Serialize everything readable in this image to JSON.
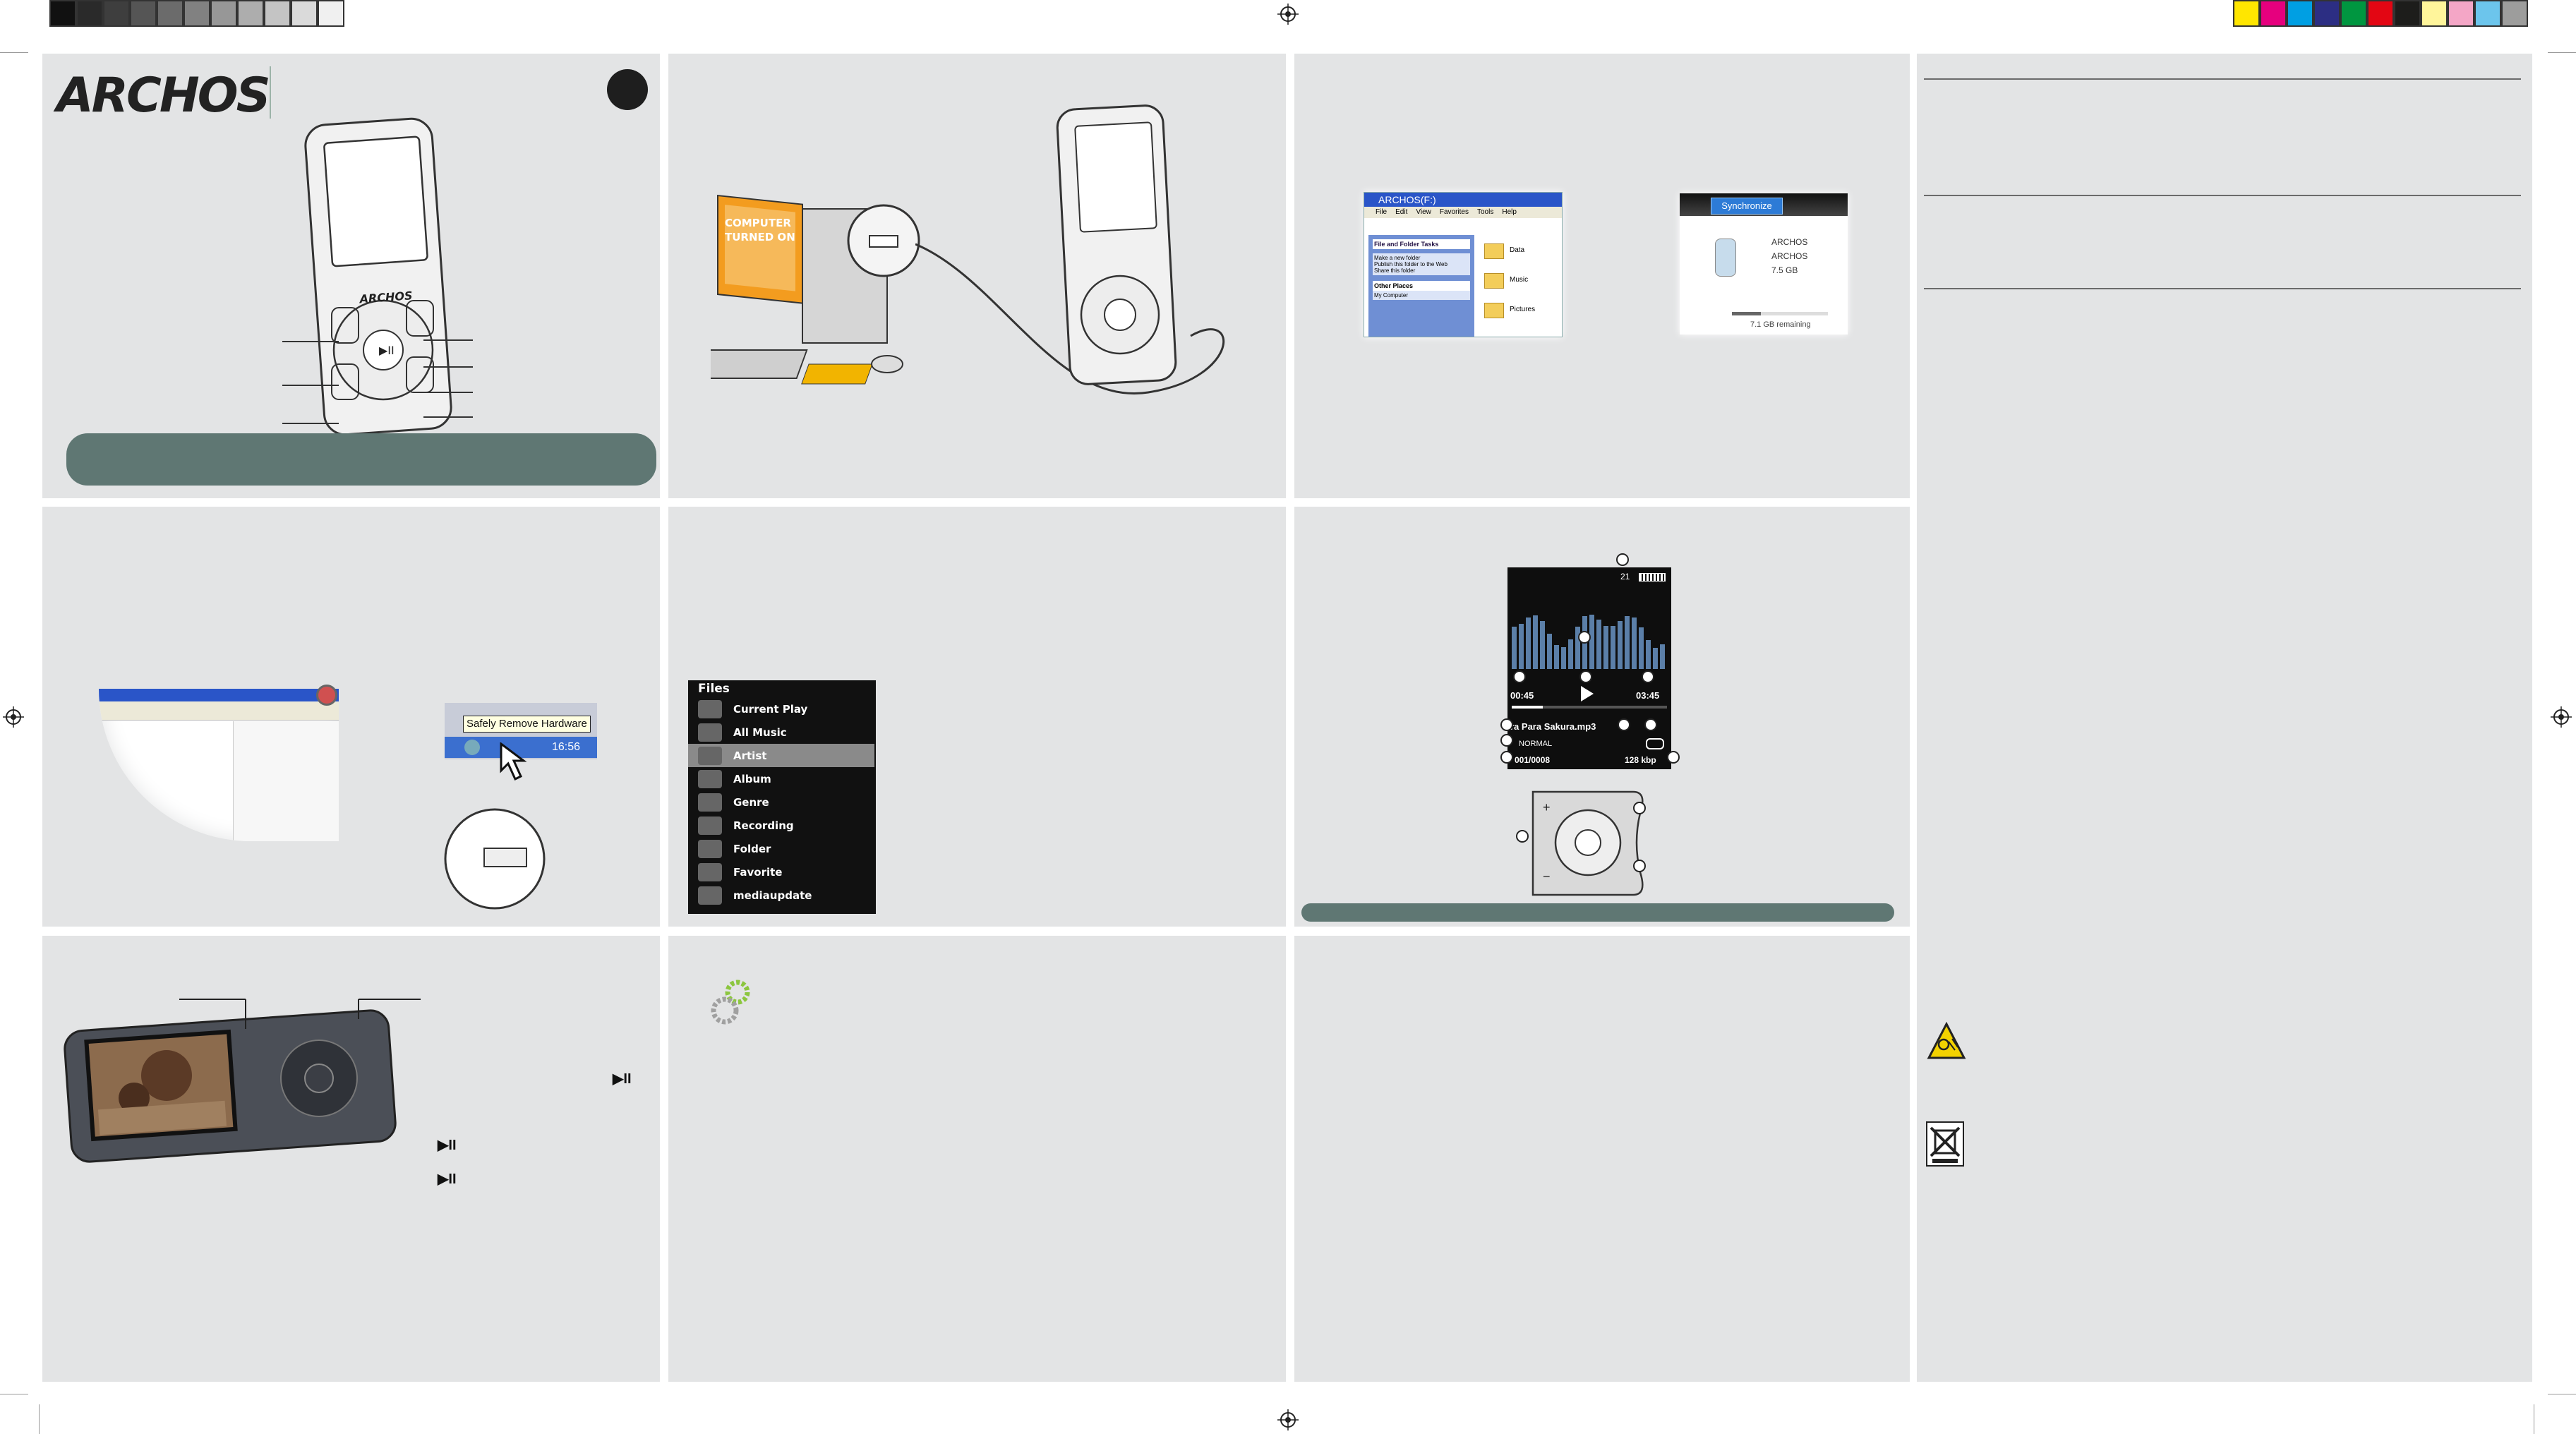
{
  "brand": {
    "logo_text": "ARCHOS"
  },
  "colors": {
    "panel_bg": "#e3e4e5",
    "banner_teal": "#5f7773",
    "calibration_greys": [
      "#111111",
      "#2a2a2a",
      "#3e3e3e",
      "#555555",
      "#6b6b6b",
      "#818181",
      "#979797",
      "#adadad",
      "#c4c4c4",
      "#dadada",
      "#f0f0f0"
    ],
    "calibration_colors": [
      "#ffe600",
      "#e6007e",
      "#009fe3",
      "#2c2e83",
      "#009640",
      "#e30613",
      "#1d1d1b",
      "#fff59b",
      "#f4a6c6",
      "#6cc5ec",
      "#9d9d9c"
    ]
  },
  "connect_illustration": {
    "monitor_text": "COMPUTER TURNED ON"
  },
  "explorer_window": {
    "title": "ARCHOS(F:)",
    "menu": [
      "File",
      "Edit",
      "View",
      "Favorites",
      "Tools",
      "Help"
    ],
    "task_header": "File and Folder Tasks",
    "tasks": [
      "Make a new folder",
      "Publish this folder to the Web",
      "Share this folder"
    ],
    "other_header": "Other Places",
    "other_items": [
      "My Computer"
    ],
    "folders": [
      "Data",
      "Music",
      "Pictures"
    ]
  },
  "sync_window": {
    "button": "Synchronize",
    "device_line1": "ARCHOS",
    "device_line2": "ARCHOS",
    "capacity": "7.5 GB",
    "remaining": "7.1 GB remaining",
    "storage_used": 0.3
  },
  "safe_remove": {
    "tooltip": "Safely Remove Hardware",
    "clock": "16:56"
  },
  "files_menu": {
    "header": "Files",
    "items": [
      {
        "label": "Current Play",
        "icon": "note-icon",
        "selected": false
      },
      {
        "label": "All Music",
        "icon": "music-icon",
        "selected": false
      },
      {
        "label": "Artist",
        "icon": "artist-icon",
        "selected": true
      },
      {
        "label": "Album",
        "icon": "cd-icon",
        "selected": false
      },
      {
        "label": "Genre",
        "icon": "genre-icon",
        "selected": false
      },
      {
        "label": "Recording",
        "icon": "mic-icon",
        "selected": false
      },
      {
        "label": "Folder",
        "icon": "folder-icon",
        "selected": false
      },
      {
        "label": "Favorite",
        "icon": "heart-icon",
        "selected": false
      },
      {
        "label": "mediaupdate",
        "icon": "update-icon",
        "selected": false
      }
    ]
  },
  "now_playing": {
    "volume": "21",
    "elapsed": "00:45",
    "total": "03:45",
    "track": "ra Para Sakura.mp3",
    "eq": "NORMAL",
    "track_index": "001/0008",
    "bitrate": "128 kbp",
    "progress": 0.2
  },
  "play_pause_glyph": "▶II"
}
